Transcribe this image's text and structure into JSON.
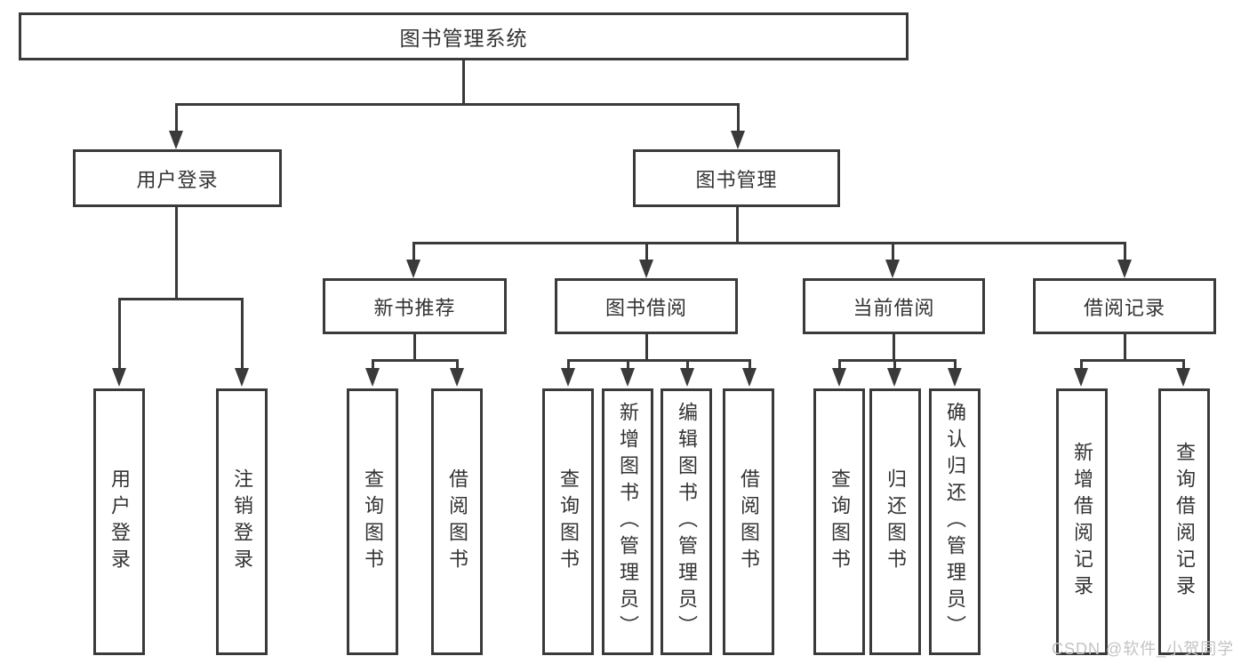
{
  "diagram": {
    "root": {
      "label": "图书管理系统"
    },
    "level2": [
      {
        "label": "用户登录"
      },
      {
        "label": "图书管理"
      }
    ],
    "level3": [
      {
        "label": "新书推荐",
        "parent": "图书管理"
      },
      {
        "label": "图书借阅",
        "parent": "图书管理"
      },
      {
        "label": "当前借阅",
        "parent": "图书管理"
      },
      {
        "label": "借阅记录",
        "parent": "图书管理"
      }
    ],
    "leaves": [
      {
        "label": "用户登录",
        "parent": "用户登录"
      },
      {
        "label": "注销登录",
        "parent": "用户登录"
      },
      {
        "label": "查询图书",
        "parent": "新书推荐"
      },
      {
        "label": "借阅图书",
        "parent": "新书推荐"
      },
      {
        "label": "查询图书",
        "parent": "图书借阅"
      },
      {
        "label": "新增图书（管理员）",
        "parent": "图书借阅"
      },
      {
        "label": "编辑图书（管理员）",
        "parent": "图书借阅"
      },
      {
        "label": "借阅图书",
        "parent": "图书借阅"
      },
      {
        "label": "查询图书",
        "parent": "当前借阅"
      },
      {
        "label": "归还图书",
        "parent": "当前借阅"
      },
      {
        "label": "确认归还（管理员）",
        "parent": "当前借阅"
      },
      {
        "label": "新增借阅记录",
        "parent": "借阅记录"
      },
      {
        "label": "查询借阅记录",
        "parent": "借阅记录"
      }
    ],
    "watermark": "CSDN @软件_小贺同学",
    "colors": {
      "line": "#3a3a3a",
      "text": "#333333",
      "box_fill": "#ffffff",
      "watermark": "#c3c3c3",
      "background": "#ffffff"
    }
  }
}
